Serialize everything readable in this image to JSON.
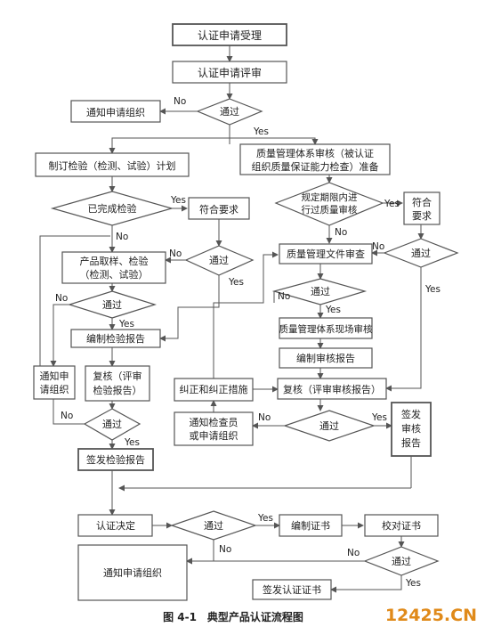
{
  "boxes": {
    "apply": "认证申请受理",
    "review": "认证申请评审",
    "notify_org_top": "通知申请组织",
    "plan": "制订检验（检测、试验）计划",
    "qms_l1": "质量管理体系审核（被认证",
    "qms_l2": "组织质量保证能力检查）准备",
    "req_ok_left": "符合要求",
    "req_ok_right_l1": "符合",
    "req_ok_right_l2": "要求",
    "sample_l1": "产品取样、检验",
    "sample_l2": "（检测、试验）",
    "doc_review": "质量管理文件审查",
    "compile_report": "编制检验报告",
    "onsite": "质量管理体系现场审核",
    "audit_report": "编制审核报告",
    "notify_left_l1": "通知申",
    "notify_left_l2": "请组织",
    "recheck_l1": "复核（评审",
    "recheck_l2": "检验报告）",
    "corrective": "纠正和纠正措施",
    "recheck_audit": "复核（评审审核报告）",
    "notify_inspector_l1": "通知检查员",
    "notify_inspector_l2": "或申请组织",
    "issue_audit_l1": "签发",
    "issue_audit_l2": "审核",
    "issue_audit_l3": "报告",
    "issue_inspect": "签发检验报告",
    "decision": "认证决定",
    "compile_cert": "编制证书",
    "proof_cert": "校对证书",
    "notify_org_bottom": "通知申请组织",
    "issue_cert": "签发认证证书"
  },
  "diamonds": {
    "pass": "通过",
    "completed": "已完成检验",
    "deadline_l1": "规定期限内进",
    "deadline_l2": "行过质量审核"
  },
  "labels": {
    "yes": "Yes",
    "no": "No"
  },
  "caption": "图 4-1　典型产品认证流程图",
  "watermark": "12425.CN"
}
